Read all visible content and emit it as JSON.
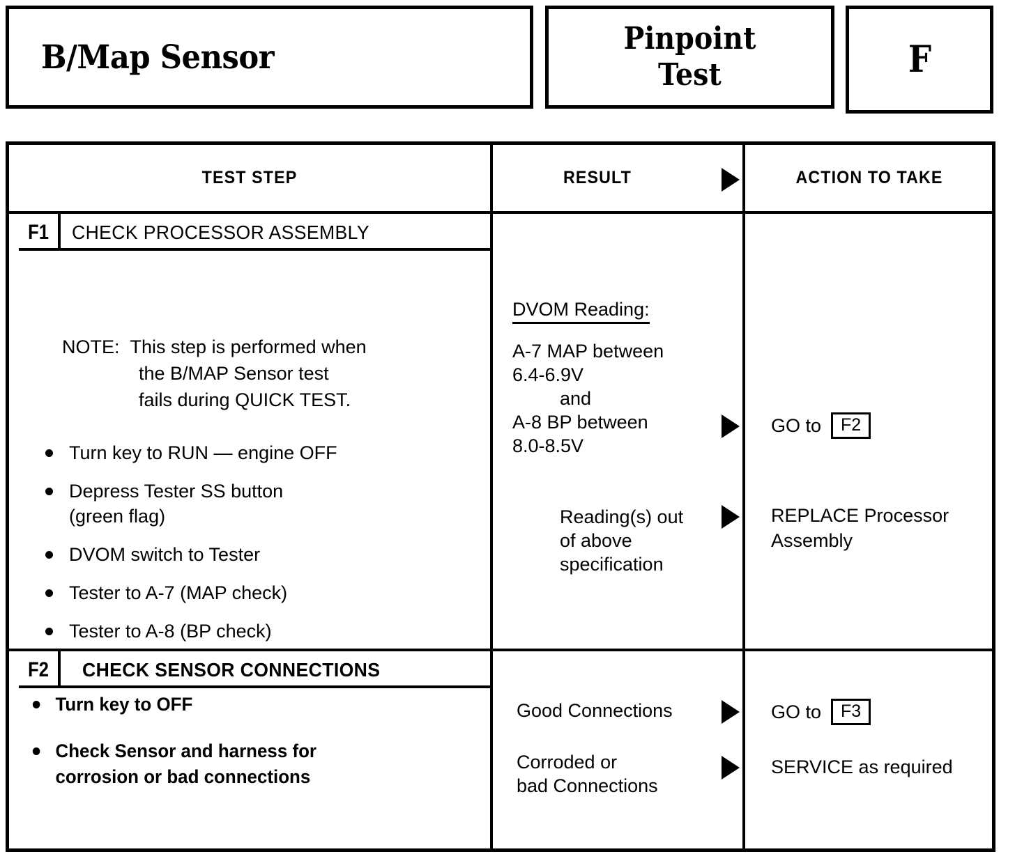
{
  "header": {
    "title": "B/Map Sensor",
    "doc_type_line1": "Pinpoint",
    "doc_type_line2": "Test",
    "section_letter": "F"
  },
  "table": {
    "columns": {
      "test_step": "TEST STEP",
      "result": "RESULT",
      "action": "ACTION TO TAKE",
      "result_arrow_icon": "right-triangle-icon"
    },
    "steps": [
      {
        "code": "F1",
        "title": "CHECK PROCESSOR ASSEMBLY",
        "note": {
          "label": "NOTE:",
          "line1": "This step is performed when",
          "line2": "the B/MAP Sensor test",
          "line3": "fails during QUICK TEST."
        },
        "bullets": [
          "Turn key to RUN — engine OFF",
          "Depress Tester SS button",
          "(green flag)",
          "DVOM switch to Tester",
          "Tester to A-7 (MAP check)",
          "Tester to A-8 (BP check)"
        ],
        "results": [
          {
            "heading": "DVOM Reading:",
            "line1": "A-7   MAP between",
            "line2": "6.4-6.9V",
            "line3": "and",
            "line4": "A-8   BP between",
            "line5": "8.0-8.5V",
            "action_prefix": "GO to",
            "action_ref": "F2"
          },
          {
            "line1": "Reading(s) out",
            "line2": "of above",
            "line3": "specification",
            "action_line1": "REPLACE Processor",
            "action_line2": "Assembly"
          }
        ]
      },
      {
        "code": "F2",
        "title": "CHECK SENSOR CONNECTIONS",
        "bullets": [
          "Turn key to OFF",
          "Check Sensor and harness for",
          "corrosion or bad connections"
        ],
        "results": [
          {
            "line1": "Good Connections",
            "action_prefix": "GO to",
            "action_ref": "F3"
          },
          {
            "line1": "Corroded or",
            "line2": "bad Connections",
            "action_text": "SERVICE as required"
          }
        ]
      }
    ]
  }
}
